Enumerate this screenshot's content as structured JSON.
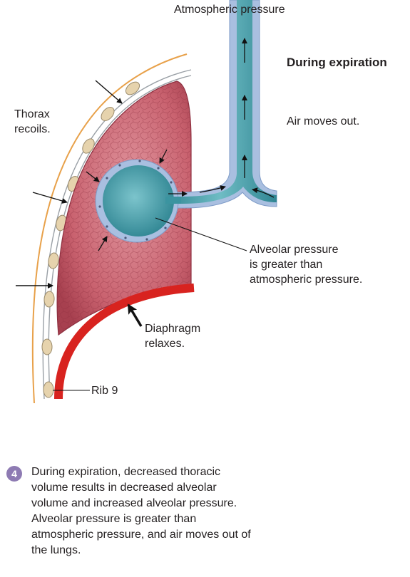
{
  "labels": {
    "atmospheric": "Atmospheric pressure",
    "phase": "During expiration",
    "air": "Air moves out.",
    "thorax": "Thorax\nrecoils.",
    "alveolar": "Alveolar pressure\nis greater than\natmospheric pressure.",
    "diaphragm": "Diaphragm\nrelaxes.",
    "rib": "Rib 9"
  },
  "step": {
    "number": "4",
    "text": "During expiration, decreased thoracic\nvolume results in decreased alveolar\nvolume and increased alveolar pressure.\nAlveolar pressure is greater than\natmospheric pressure, and air moves out of\nthe lungs."
  },
  "colors": {
    "thorax_wall": "#e8a14a",
    "lung": "#c7606f",
    "alveolus": "#4fa6b0",
    "airway_lining": "#a9bfe0",
    "diaphragm": "#d8231f",
    "rib": "#e6d3ad",
    "step_badge": "#8e7bb3"
  }
}
